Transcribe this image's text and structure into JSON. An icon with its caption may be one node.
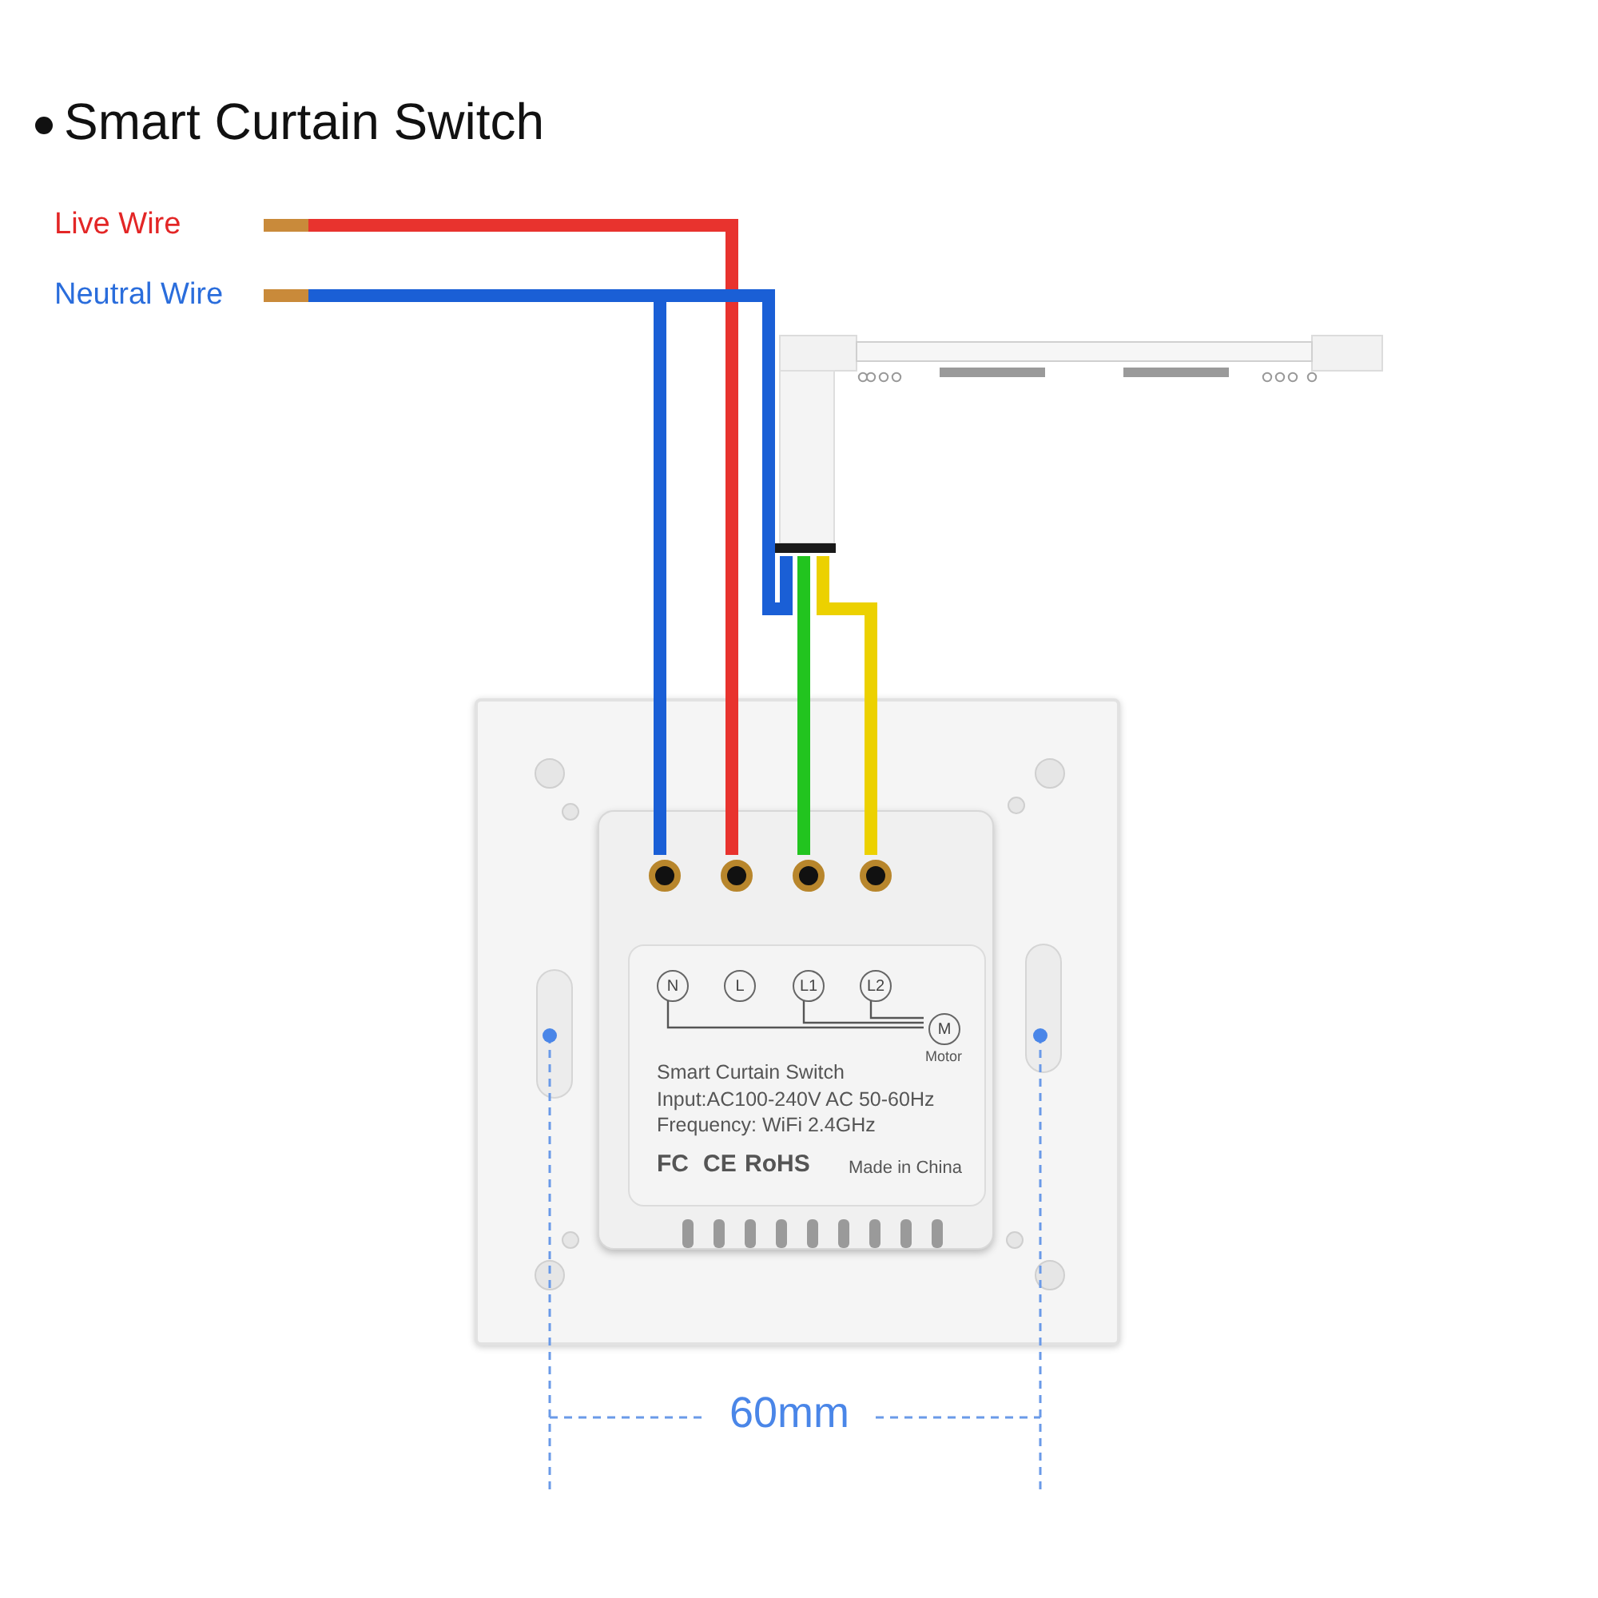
{
  "diagram": {
    "title": "Smart Curtain Switch",
    "nodes": [
      {
        "text": [
          "Live Wire"
        ]
      },
      {
        "text": [
          "Neutral Wire"
        ]
      },
      {
        "text": [],
        "shape": "picture"
      },
      {
        "text": [],
        "shape": "box"
      },
      {
        "text": [
          "Smart Curtain Switch",
          "Input:AC100-240V AC 50-60Hz",
          "Frequency: WiFi 2.4GHz",
          "FC",
          "CE",
          "RoHS",
          "Made in China"
        ],
        "in": 3
      },
      {
        "text": [],
        "shape": "circle",
        "in": 4
      },
      {
        "text": [],
        "shape": "circle",
        "in": 4
      },
      {
        "text": [],
        "shape": "circle",
        "in": 4
      },
      {
        "text": [],
        "shape": "circle",
        "in": 4
      },
      {
        "text": [
          "N"
        ],
        "in": 4
      },
      {
        "text": [
          "L"
        ],
        "in": 4
      },
      {
        "text": [
          "L1"
        ],
        "in": 4
      },
      {
        "text": [
          "L2"
        ],
        "in": 4
      },
      {
        "text": [
          "M"
        ],
        "beside": [
          "Motor"
        ],
        "in": 4
      }
    ],
    "edges": [
      {
        "from": 0,
        "to": 6,
        "arrow": "none",
        "color": "#e8332e"
      },
      {
        "from": 1,
        "to": 5,
        "arrow": "none",
        "color": "#1a5fd6"
      },
      {
        "from": 1,
        "to": 2,
        "arrow": "none",
        "color": "#1a5fd6"
      },
      {
        "from": 2,
        "to": 7,
        "arrow": "none",
        "color": "#22c41f"
      },
      {
        "from": 2,
        "to": 8,
        "arrow": "none",
        "color": "#ecd100"
      },
      {
        "from": 9,
        "to": 13,
        "arrow": "none",
        "color": "#555555"
      },
      {
        "from": 11,
        "to": 13,
        "arrow": "none",
        "color": "#555555"
      },
      {
        "from": 12,
        "to": 13,
        "arrow": "none",
        "color": "#555555"
      }
    ],
    "labels": [
      "60mm"
    ]
  }
}
